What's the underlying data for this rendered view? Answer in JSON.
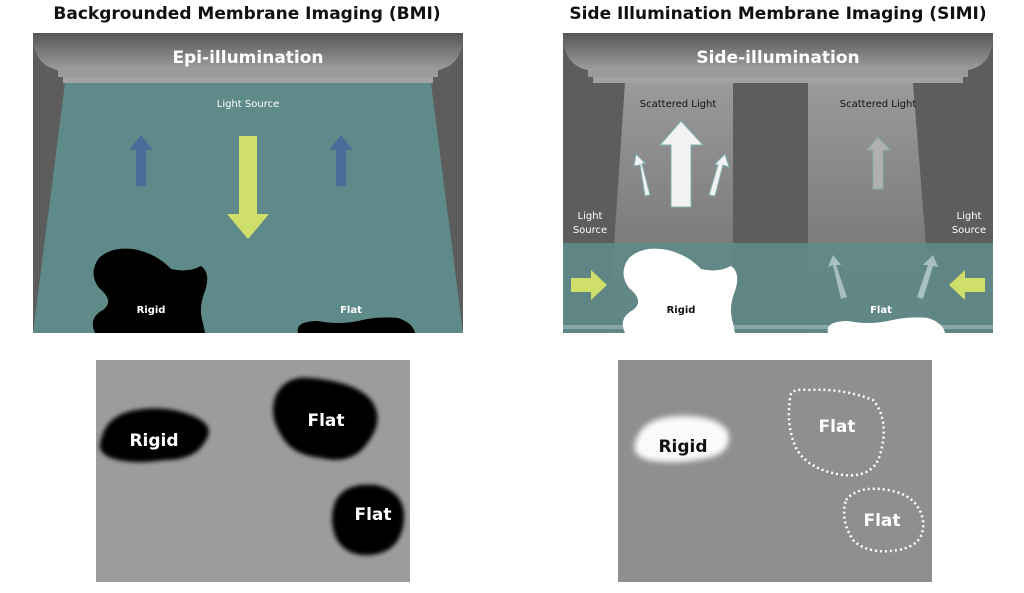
{
  "left": {
    "title": "Backgrounded Membrane Imaging (BMI)",
    "lamp_label": "Epi-illumination",
    "light_source": "Light Source",
    "rigid": "Rigid",
    "flat": "Flat",
    "photo_labels": [
      "Rigid",
      "Flat",
      "Flat"
    ]
  },
  "right": {
    "title": "Side Illumination Membrane Imaging (SIMI)",
    "lamp_label": "Side-illumination",
    "scattered_left": "Scattered Light",
    "scattered_right": "Scattered Light",
    "light_source_line1": "Light",
    "light_source_line2": "Source",
    "rigid": "Rigid",
    "flat": "Flat",
    "photo_labels": [
      "Rigid",
      "Flat",
      "Flat"
    ]
  },
  "colors": {
    "teal": "#5f8a8a",
    "yellow": "#cfdf6a",
    "blue": "#4a6a98",
    "dark": "#5d5d5d"
  }
}
